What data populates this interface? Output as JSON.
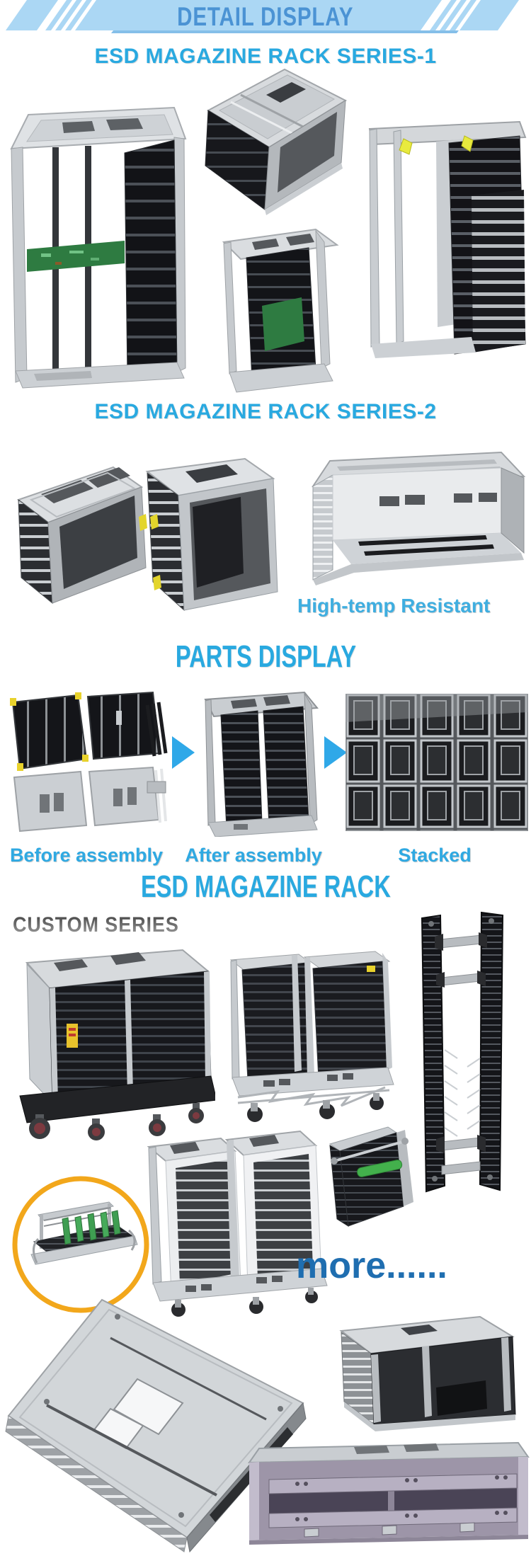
{
  "banner": {
    "title": "DETAIL DISPLAY"
  },
  "sections": {
    "series1": {
      "title": "ESD MAGAZINE RACK SERIES-1"
    },
    "series2": {
      "title": "ESD MAGAZINE RACK SERIES-2",
      "callout": "High-temp Resistant"
    },
    "parts": {
      "title": "PARTS DISPLAY",
      "captions": [
        "Before assembly",
        "After assembly",
        "Stacked"
      ]
    },
    "custom": {
      "title": "ESD MAGAZINE RACK",
      "series_label": "CUSTOM SERIES",
      "more_label": "more......"
    }
  },
  "colors": {
    "banner_band": "#abd7f4",
    "banner_text": "#4b93d4",
    "accent_cyan": "#29a9e0",
    "caption_cyan": "#2fa9e2",
    "more_blue": "#1f6eb0",
    "custom_gray": "#5a5a5a",
    "circle_orange": "#f2a71b",
    "arrow_blue": "#2fa8e8"
  }
}
